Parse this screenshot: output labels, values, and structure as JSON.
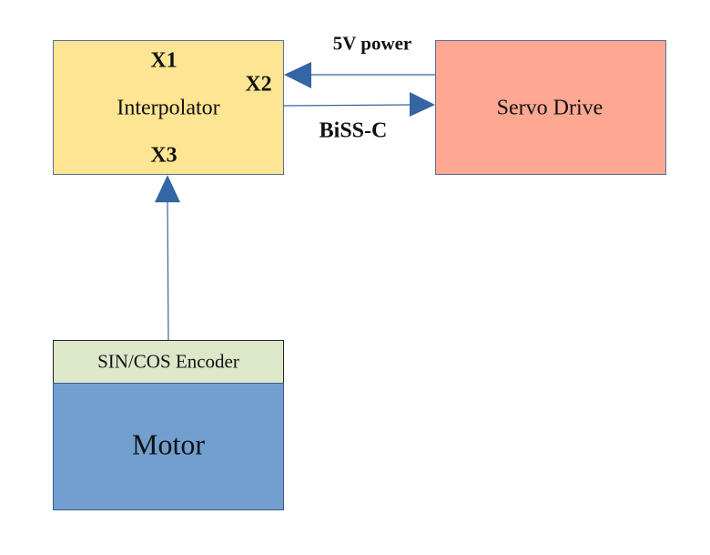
{
  "blocks": {
    "interpolator": {
      "label": "Interpolator",
      "ports": {
        "x1": "X1",
        "x2": "X2",
        "x3": "X3"
      },
      "color": "#fde593"
    },
    "servo_drive": {
      "label": "Servo Drive",
      "color": "#fea893"
    },
    "encoder": {
      "label": "SIN/COS Encoder",
      "color": "#dde8cb"
    },
    "motor": {
      "label": "Motor",
      "color": "#729fcf"
    }
  },
  "connections": [
    {
      "from": "Servo Drive",
      "to": "Interpolator X2",
      "label": "5V power"
    },
    {
      "from": "Interpolator X2",
      "to": "Servo Drive",
      "label": "BiSS-C"
    },
    {
      "from": "SIN/COS Encoder",
      "to": "Interpolator X3",
      "label": ""
    }
  ],
  "arrow_color": "#3465a4"
}
